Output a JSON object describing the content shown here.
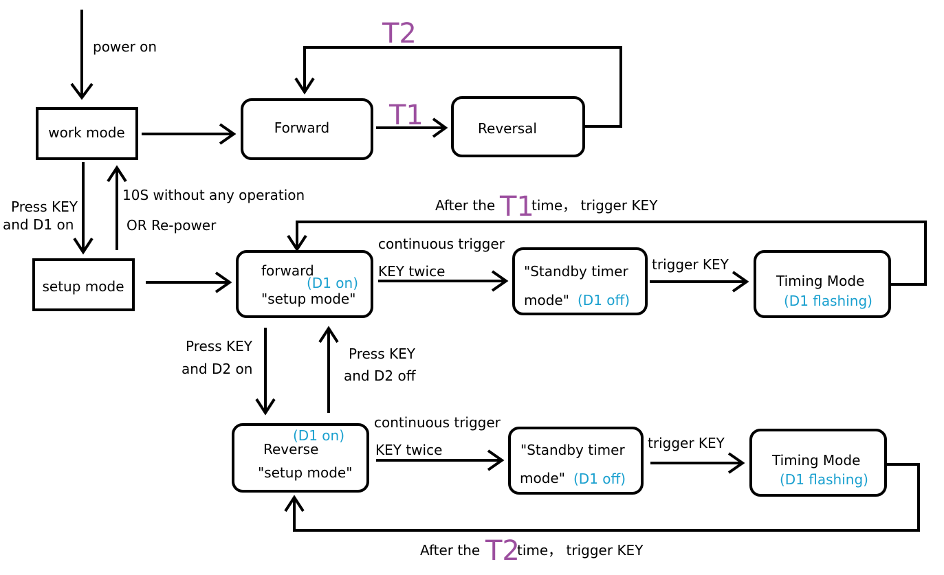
{
  "colors": {
    "blue": "#1aa0cf",
    "purple": "#9c4f9f",
    "line": "#000000"
  },
  "nodes": {
    "work_mode": "work mode",
    "setup_mode": "setup mode",
    "forward": "Forward",
    "reversal": "Reversal",
    "forward_setup_l1": "forward",
    "forward_setup_l2": "\"setup mode\"",
    "standby1_l1": "\"Standby timer",
    "standby1_l2": "mode\"",
    "timing1": "Timing Mode",
    "reverse_setup_l1": "Reverse",
    "reverse_setup_l2": "\"setup mode\"",
    "standby2_l1": "\"Standby timer",
    "standby2_l2": "mode\"",
    "timing2": "Timing Mode"
  },
  "status": {
    "d1_on_forward": "(D1 on)",
    "d1_off_standby1": "(D1 off)",
    "d1_flashing_timing1": "(D1 flashing)",
    "d1_on_reverse": "(D1 on)",
    "d1_off_standby2": "(D1 off)",
    "d1_flashing_timing2": "(D1 flashing)"
  },
  "labels": {
    "power_on": "power on",
    "t1": "T1",
    "t2": "T2",
    "press_key_d1_l1": "Press KEY",
    "press_key_d1_l2": "and D1 on",
    "no_operation_l1": "10S without any operation",
    "no_operation_l2": "OR Re-power",
    "after_t1_prefix": "After the",
    "after_t1_big": "T1",
    "after_t1_suffix": "time， trigger KEY",
    "continuous_1_l1": "continuous trigger",
    "continuous_1_l2": "KEY twice",
    "trigger_key_1": "trigger KEY",
    "press_key_d2_on_l1": "Press KEY",
    "press_key_d2_on_l2": "and D2 on",
    "press_key_d2_off_l1": "Press KEY",
    "press_key_d2_off_l2": "and D2 off",
    "continuous_2_l1": "continuous trigger",
    "continuous_2_l2": "KEY twice",
    "trigger_key_2": "trigger KEY",
    "after_t2_prefix": "After the",
    "after_t2_big": "T2",
    "after_t2_suffix": "time， trigger KEY"
  }
}
